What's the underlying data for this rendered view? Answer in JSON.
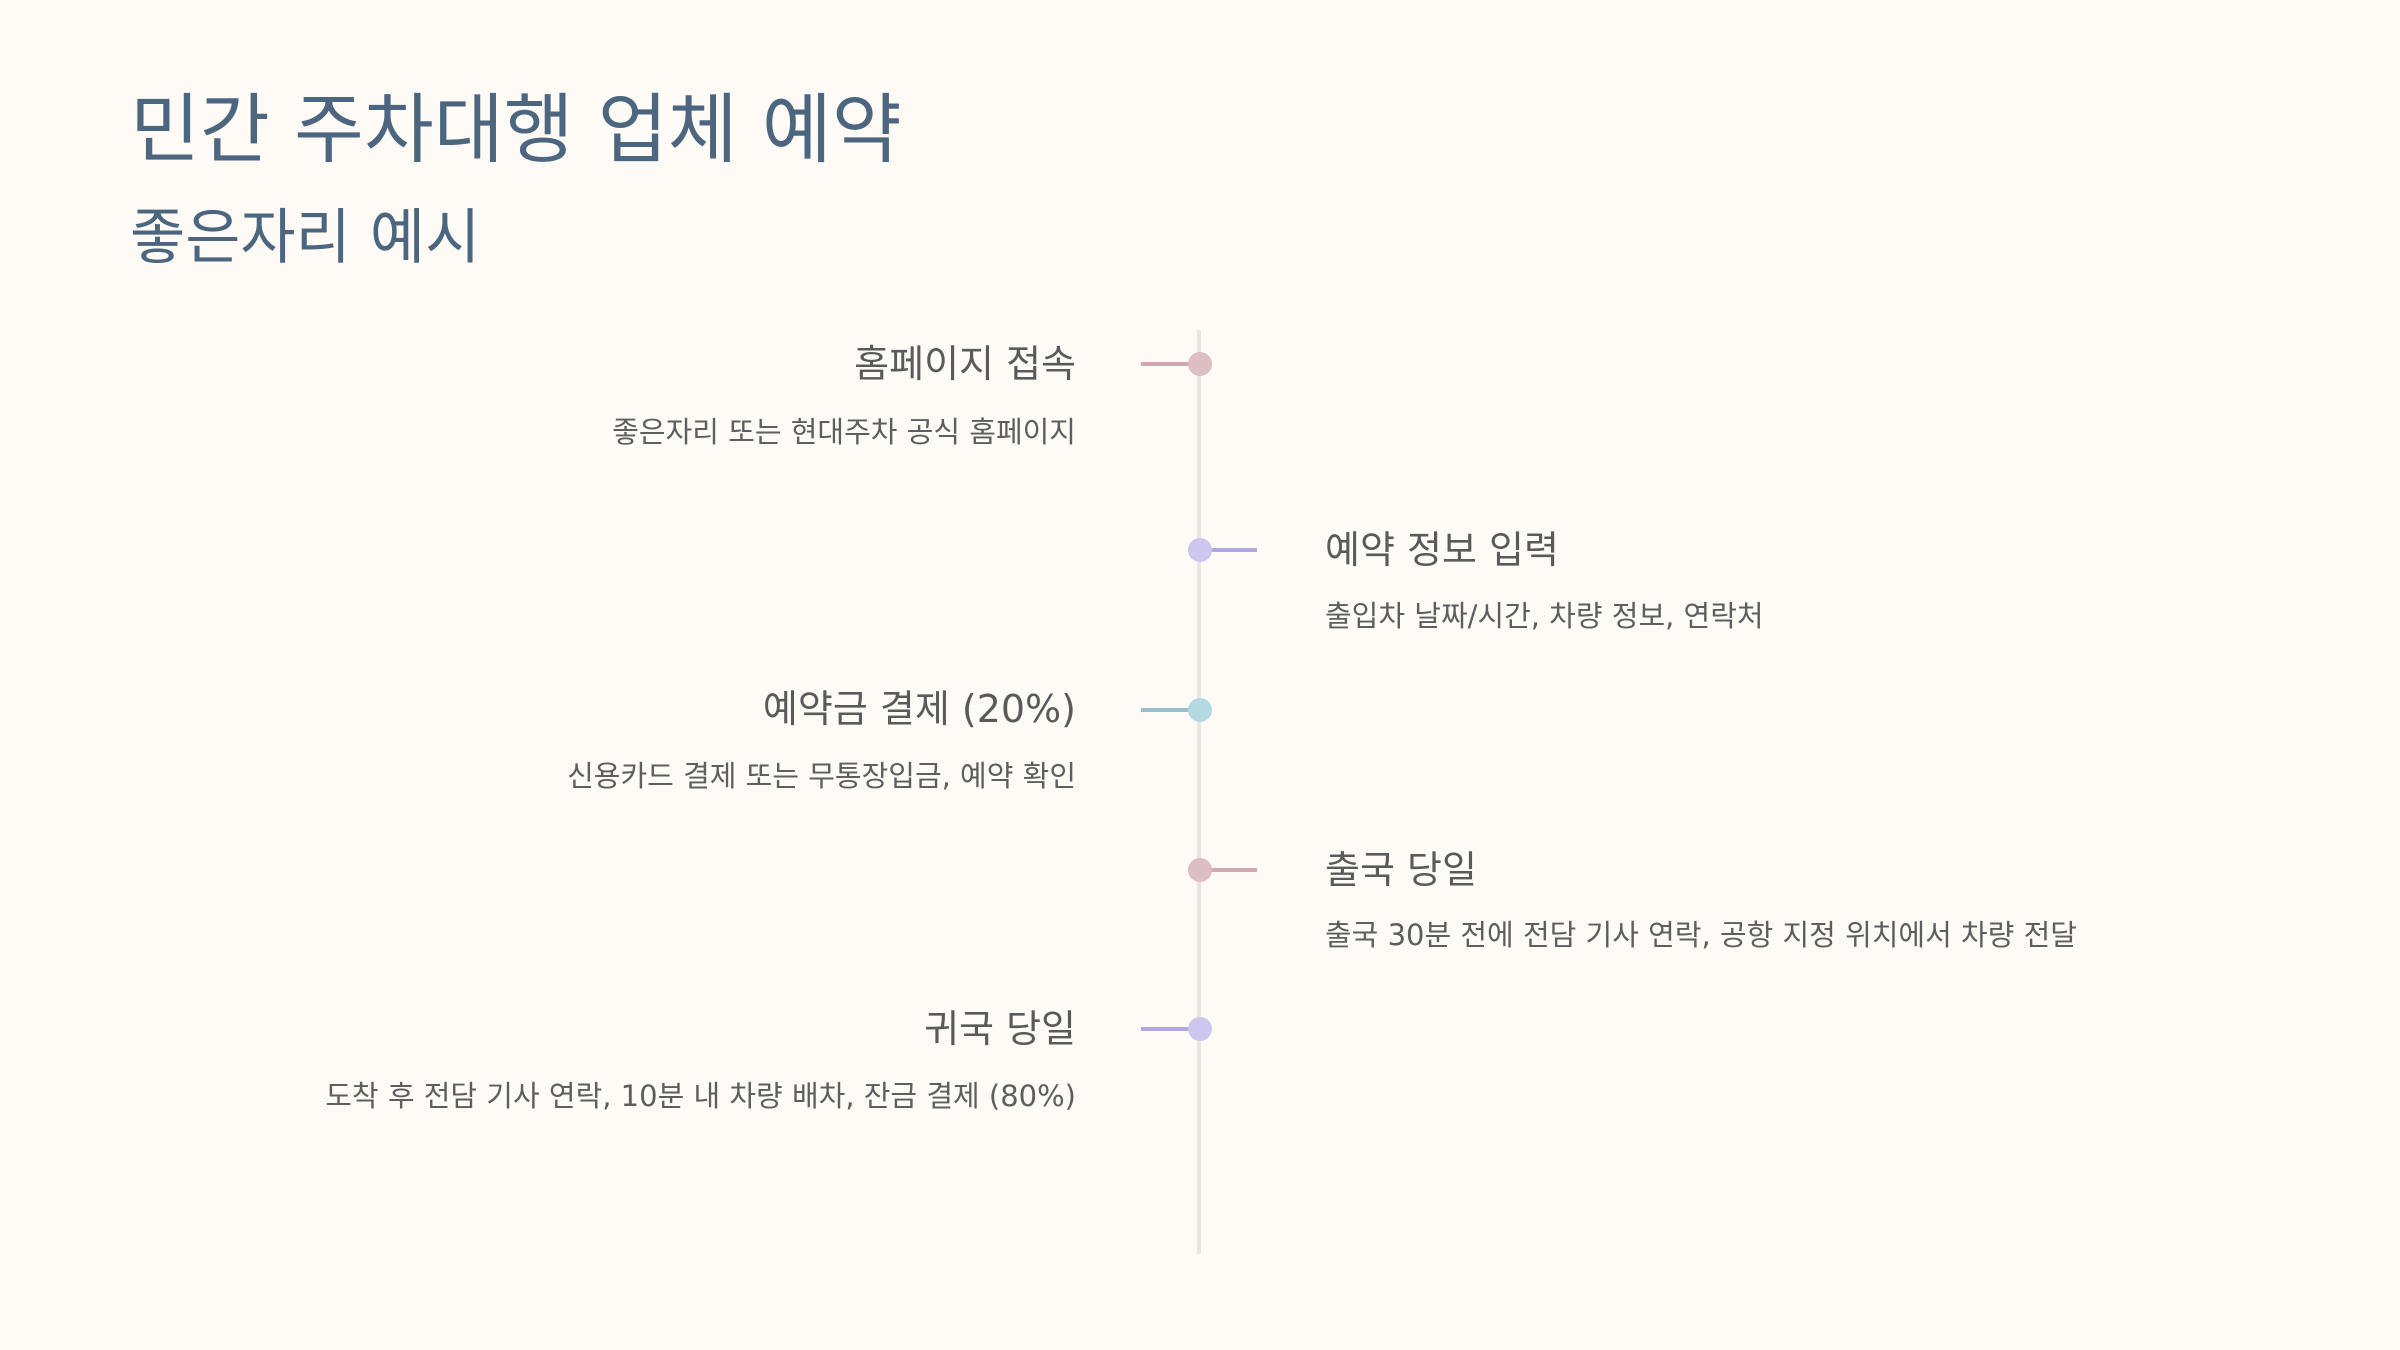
{
  "header": {
    "title": "민간 주차대행 업체 예약",
    "subtitle": "좋은자리 예시"
  },
  "steps": [
    {
      "title": "홈페이지 접속",
      "desc": "좋은자리 또는 현대주차 공식 홈페이지",
      "side": "left",
      "color": "#dcbec3",
      "line": "#cfa9ad"
    },
    {
      "title": "예약 정보 입력",
      "desc": "출입차 날짜/시간, 차량 정보, 연락처",
      "side": "right",
      "color": "#cdc6ef",
      "line": "#b1a6dd"
    },
    {
      "title": "예약금 결제 (20%)",
      "desc": "신용카드 결제 또는 무통장입금, 예약 확인",
      "side": "left",
      "color": "#b4d9e3",
      "line": "#98c0cc"
    },
    {
      "title": "출국 당일",
      "desc": "출국 30분 전에 전담 기사 연락, 공항 지정 위치에서 차량 전달",
      "side": "right",
      "color": "#dcbec3",
      "line": "#cfa9ad"
    },
    {
      "title": "귀국 당일",
      "desc": "도착 후 전담 기사 연락, 10분 내 차량 배차, 잔금 결제 (80%)",
      "side": "left",
      "color": "#cdc6ef",
      "line": "#b1a6dd"
    }
  ]
}
